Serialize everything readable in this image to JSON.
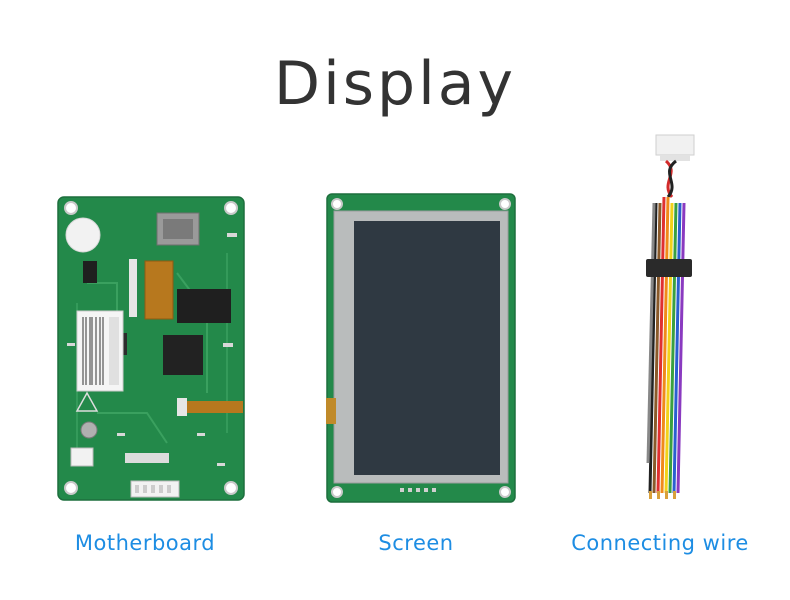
{
  "title": "Display",
  "products": [
    {
      "label": "Motherboard"
    },
    {
      "label": "Screen"
    },
    {
      "label": "Connecting wire"
    }
  ],
  "colors": {
    "title": "#333333",
    "caption": "#1d8de3",
    "pcb_green": "#23894a",
    "lcd_panel": "#2f3942"
  }
}
